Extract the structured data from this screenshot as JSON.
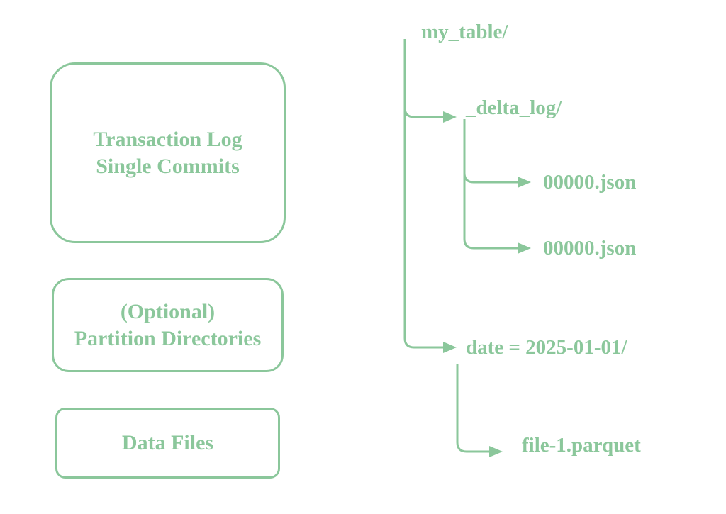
{
  "colors": {
    "accent": "#8bc79b",
    "background": "#ffffff"
  },
  "legend_boxes": [
    {
      "id": "transaction-log",
      "lines": [
        "Transaction Log",
        "Single Commits"
      ]
    },
    {
      "id": "partition-directories",
      "lines": [
        "(Optional)",
        "Partition Directories"
      ]
    },
    {
      "id": "data-files",
      "lines": [
        "Data Files"
      ]
    }
  ],
  "tree": {
    "root": "my_table/",
    "delta_log": {
      "label": "_delta_log/",
      "files": [
        "00000.json",
        "00000.json"
      ]
    },
    "partition": {
      "label": "date = 2025-01-01/",
      "files": [
        "file-1.parquet"
      ]
    }
  }
}
